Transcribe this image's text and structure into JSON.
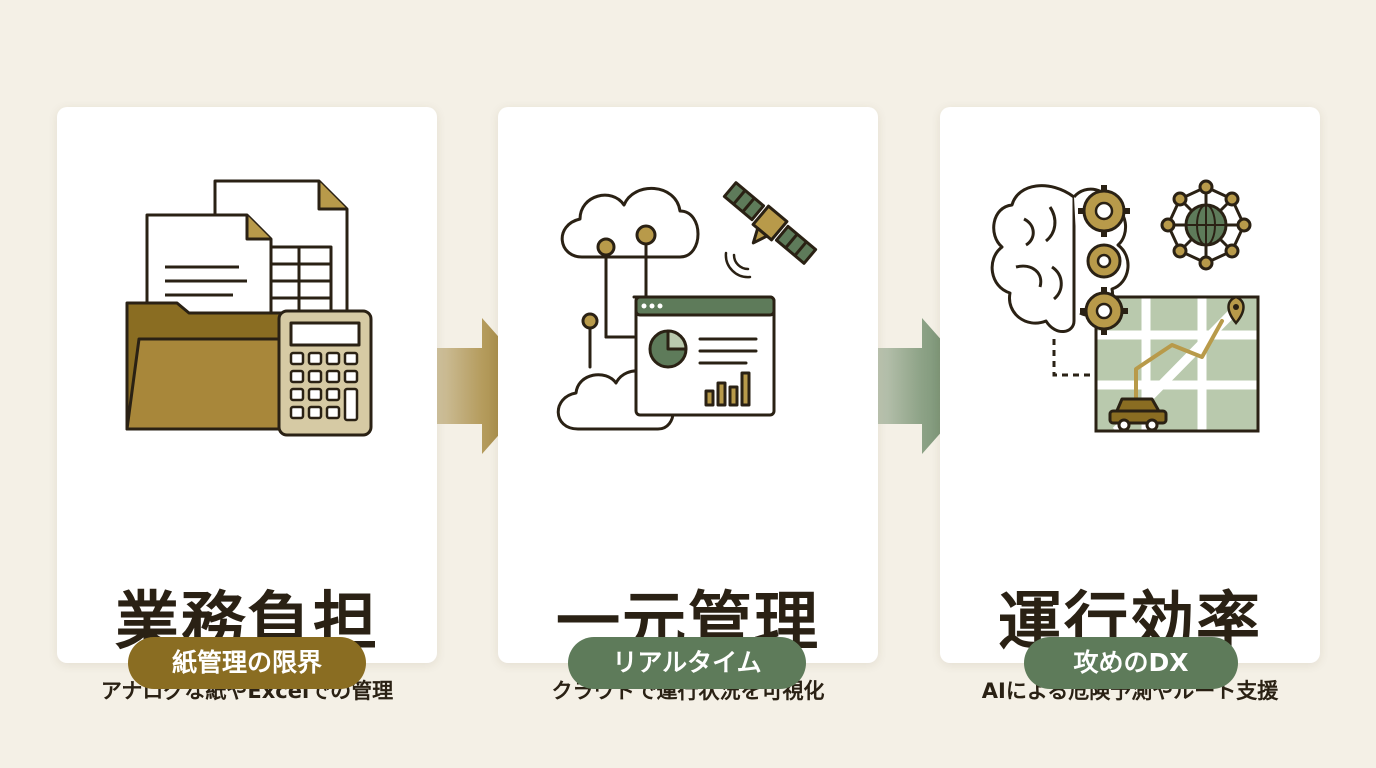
{
  "colors": {
    "background": "#f4f0e6",
    "card": "#ffffff",
    "ink": "#2a2114",
    "gold": "#8a6d22",
    "gold_light": "#cbbf9c",
    "green": "#5e7b5a",
    "green_light": "#b9c9ad"
  },
  "cards": [
    {
      "title": "業務負担",
      "subtitle": "アナログな紙やExcelでの管理",
      "badge": "紙管理の限界",
      "badge_color": "#8a6d22",
      "icon": "paper-files-calculator-icon"
    },
    {
      "title": "一元管理",
      "subtitle": "クラウドで運行状況を可視化",
      "badge": "リアルタイム",
      "badge_color": "#5e7b5a",
      "icon": "cloud-dashboard-satellite-icon"
    },
    {
      "title": "運行効率",
      "subtitle": "AIによる危険予測やルート支援",
      "badge": "攻めのDX",
      "badge_color": "#5e7b5a",
      "icon": "ai-brain-map-route-icon"
    }
  ]
}
